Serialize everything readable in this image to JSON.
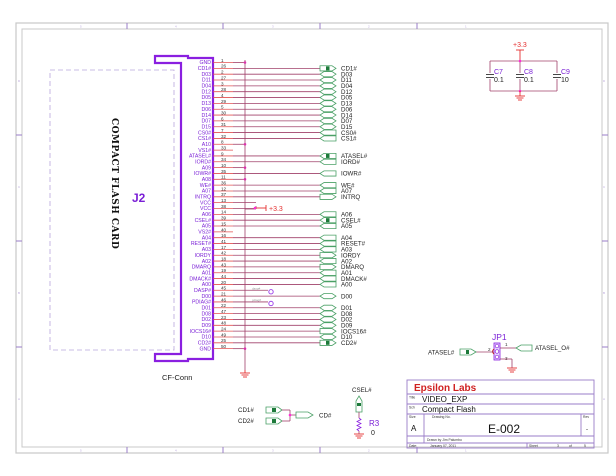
{
  "sheet": {
    "zones_top": [
      "5",
      "4",
      "3",
      "2",
      "1"
    ],
    "zones_side": [
      "D",
      "C",
      "B",
      "A"
    ]
  },
  "connector": {
    "ref": "J2",
    "value": "CF-Conn",
    "card_label": "COMPACT FLASH CARD",
    "pins": [
      {
        "num": "1",
        "name": "GND",
        "net": null,
        "type": "gnd"
      },
      {
        "num": "26",
        "name": "CD1#",
        "net": "CD1#",
        "type": "port-out-filled"
      },
      {
        "num": "2",
        "name": "D03",
        "net": "D03",
        "type": "bidir"
      },
      {
        "num": "27",
        "name": "D11",
        "net": "D11",
        "type": "bidir"
      },
      {
        "num": "3",
        "name": "D04",
        "net": "D04",
        "type": "bidir"
      },
      {
        "num": "28",
        "name": "D12",
        "net": "D12",
        "type": "bidir"
      },
      {
        "num": "4",
        "name": "D05",
        "net": "D05",
        "type": "bidir"
      },
      {
        "num": "29",
        "name": "D13",
        "net": "D13",
        "type": "bidir"
      },
      {
        "num": "5",
        "name": "D06",
        "net": "D06",
        "type": "bidir"
      },
      {
        "num": "30",
        "name": "D14",
        "net": "D14",
        "type": "bidir"
      },
      {
        "num": "6",
        "name": "D07",
        "net": "D07",
        "type": "bidir"
      },
      {
        "num": "31",
        "name": "D15",
        "net": "D15",
        "type": "bidir"
      },
      {
        "num": "7",
        "name": "CS0#",
        "net": "CS0#",
        "type": "in"
      },
      {
        "num": "32",
        "name": "CS1#",
        "net": "CS1#",
        "type": "in"
      },
      {
        "num": "8",
        "name": "A10",
        "net": null,
        "type": "gnd"
      },
      {
        "num": "33",
        "name": "VS1#",
        "net": null,
        "type": "none"
      },
      {
        "num": "9",
        "name": "ATASEL#",
        "net": "ATASEL#",
        "type": "in-filled"
      },
      {
        "num": "34",
        "name": "IORD#",
        "net": "IORD#",
        "type": "in"
      },
      {
        "num": "10",
        "name": "A09",
        "net": null,
        "type": "gnd"
      },
      {
        "num": "35",
        "name": "IOWR#",
        "net": "IOWR#",
        "type": "in"
      },
      {
        "num": "11",
        "name": "A08",
        "net": null,
        "type": "gnd"
      },
      {
        "num": "36",
        "name": "WE#",
        "net": "WE#",
        "type": "in"
      },
      {
        "num": "12",
        "name": "A07",
        "net": "A07",
        "type": "in"
      },
      {
        "num": "37",
        "name": "INTRQ",
        "net": "INTRQ",
        "type": "out"
      },
      {
        "num": "13",
        "name": "VCC",
        "net": null,
        "type": "vcc"
      },
      {
        "num": "38",
        "name": "VCC",
        "net": null,
        "type": "vcc"
      },
      {
        "num": "14",
        "name": "A06",
        "net": "A06",
        "type": "in"
      },
      {
        "num": "39",
        "name": "CSEL#",
        "net": "CSEL#",
        "type": "in-filled"
      },
      {
        "num": "15",
        "name": "A05",
        "net": "A05",
        "type": "in"
      },
      {
        "num": "40",
        "name": "VS2#",
        "net": null,
        "type": "none"
      },
      {
        "num": "16",
        "name": "A04",
        "net": "A04",
        "type": "in"
      },
      {
        "num": "41",
        "name": "RESET#",
        "net": "RESET#",
        "type": "in"
      },
      {
        "num": "17",
        "name": "A03",
        "net": "A03",
        "type": "in"
      },
      {
        "num": "42",
        "name": "IORDY",
        "net": "IORDY",
        "type": "out"
      },
      {
        "num": "18",
        "name": "A02",
        "net": "A02",
        "type": "in"
      },
      {
        "num": "43",
        "name": "DMARQ",
        "net": "DMARQ",
        "type": "out"
      },
      {
        "num": "19",
        "name": "A01",
        "net": "A01",
        "type": "in"
      },
      {
        "num": "44",
        "name": "DMACK#",
        "net": "DMACK#",
        "type": "in"
      },
      {
        "num": "20",
        "name": "A00",
        "net": "A00",
        "type": "in"
      },
      {
        "num": "45",
        "name": "DASP#",
        "net": "dasp#",
        "type": "nc"
      },
      {
        "num": "21",
        "name": "D00",
        "net": "D00",
        "type": "bidir-sep"
      },
      {
        "num": "46",
        "name": "PDIAG#",
        "net": "pdiag#",
        "type": "nc"
      },
      {
        "num": "22",
        "name": "D01",
        "net": "D01",
        "type": "bidir"
      },
      {
        "num": "47",
        "name": "D08",
        "net": "D08",
        "type": "bidir"
      },
      {
        "num": "23",
        "name": "D02",
        "net": "D02",
        "type": "bidir"
      },
      {
        "num": "48",
        "name": "D09",
        "net": "D09",
        "type": "bidir"
      },
      {
        "num": "24",
        "name": "IOCS16#",
        "net": "IOCS16#",
        "type": "out"
      },
      {
        "num": "49",
        "name": "D10",
        "net": "D10",
        "type": "bidir"
      },
      {
        "num": "25",
        "name": "CD2#",
        "net": "CD2#",
        "type": "port-out-filled"
      },
      {
        "num": "50",
        "name": "GND",
        "net": null,
        "type": "gnd"
      }
    ],
    "vcc_label": "+3.3"
  },
  "decoupling": {
    "power_label": "+3.3",
    "caps": [
      {
        "ref": "C7",
        "value": "0.1"
      },
      {
        "ref": "C8",
        "value": "0.1"
      },
      {
        "ref": "C9",
        "value": "10"
      }
    ]
  },
  "jumper": {
    "ref": "JP1",
    "in_net": "ATASEL#",
    "out_net": "ATASEL_O#",
    "pins": [
      "1",
      "2",
      "3"
    ]
  },
  "card_detect": {
    "inputs": [
      "CD1#",
      "CD2#"
    ],
    "output": "CD#"
  },
  "csel_pulldown": {
    "net": "CSEL#",
    "ref": "R3",
    "value": "0"
  },
  "title_block": {
    "company": "Epsilon Labs",
    "title_caption": "Title",
    "title": "VIDEO_EXP",
    "sch_caption": "Sch",
    "sch": "Compact Flash",
    "size_caption": "Size",
    "size": "A",
    "drawing_caption": "Drawing No.",
    "drawing_no": "E-002",
    "rev_caption": "Rev",
    "rev": "-",
    "drawn_by": "Drawn by Jim Palumbo",
    "date_caption": "Date:",
    "date": "January 07, 2011",
    "sheet_caption": "Sheet",
    "sheet": "3",
    "of_caption": "of",
    "sheets": "5"
  }
}
